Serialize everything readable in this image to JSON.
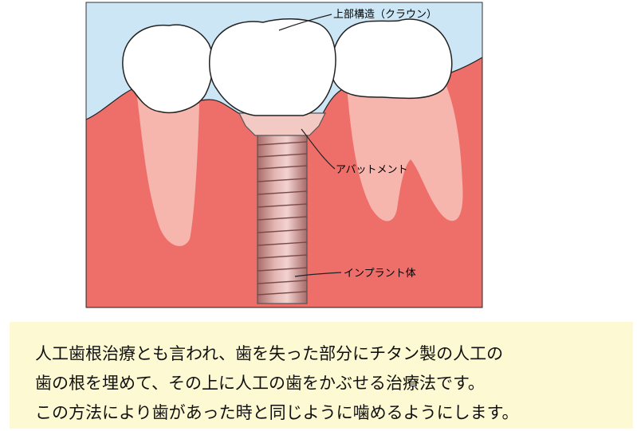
{
  "diagram": {
    "labels": {
      "crown": "上部構造（クラウン）",
      "abutment": "アバットメント",
      "implant_body": "インプラント体"
    },
    "colors": {
      "sky": "#cde6f5",
      "gum": "#ee6f6a",
      "root": "#f7b6ad",
      "tooth": "#ffffff",
      "implant": "#c98a86"
    }
  },
  "caption": {
    "line1": "人工歯根治療とも言われ、歯を失った部分にチタン製の人工の",
    "line2": "歯の根を埋めて、その上に人工の歯をかぶせる治療法です。",
    "line3": "この方法により歯があった時と同じように噛めるようにします。"
  }
}
